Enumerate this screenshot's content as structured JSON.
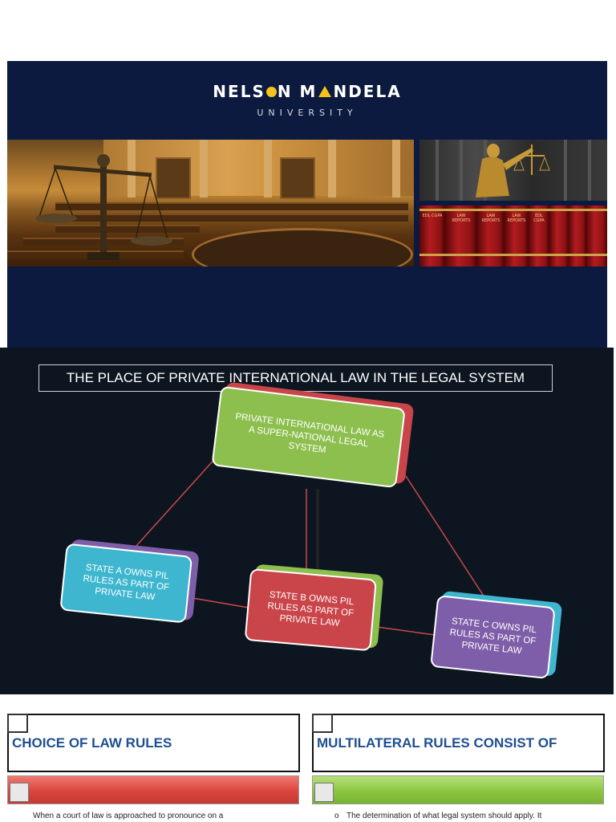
{
  "slide1": {
    "logo_title_parts": [
      "NELS",
      "N M",
      "NDELA"
    ],
    "logo_subtitle": "UNIVERSITY",
    "book_labels": [
      "LAW REPORTS",
      "LAW REPORTS",
      "LAW REPORTS",
      "EDL CGPA",
      "EDL CGPA"
    ],
    "colors": {
      "background": "#0b1a3e",
      "logo_accent": "#f6c21b"
    }
  },
  "slide2": {
    "title": "THE PLACE OF PRIVATE INTERNATIONAL LAW IN THE LEGAL SYSTEM",
    "nodes": {
      "top": "PRIVATE INTERNATIONAL LAW AS A SUPER-NATIONAL LEGAL SYSTEM",
      "a": "STATE A OWNS PIL RULES AS PART OF PRIVATE LAW",
      "b": "STATE B OWNS PIL RULES AS PART OF PRIVATE  LAW",
      "c": "STATE C OWNS PIL RULES AS PART OF PRIVATE LAW"
    },
    "colors": {
      "top": "#8dbf4f",
      "a": "#3fb6cf",
      "b": "#c9454a",
      "c": "#7e5ea8",
      "connector": "#c94a4a"
    }
  },
  "slide3": {
    "left_heading": "CHOICE OF LAW RULES",
    "right_heading": "MULTILATERAL RULES CONSIST OF",
    "left_text": "When a court of law is approached to pronounce on a",
    "right_bullet": "o",
    "right_text": "The determination of what legal system should apply. It",
    "colors": {
      "heading": "#1d4f91",
      "left_bar": "#d9453d",
      "right_bar": "#8cc63f"
    }
  }
}
